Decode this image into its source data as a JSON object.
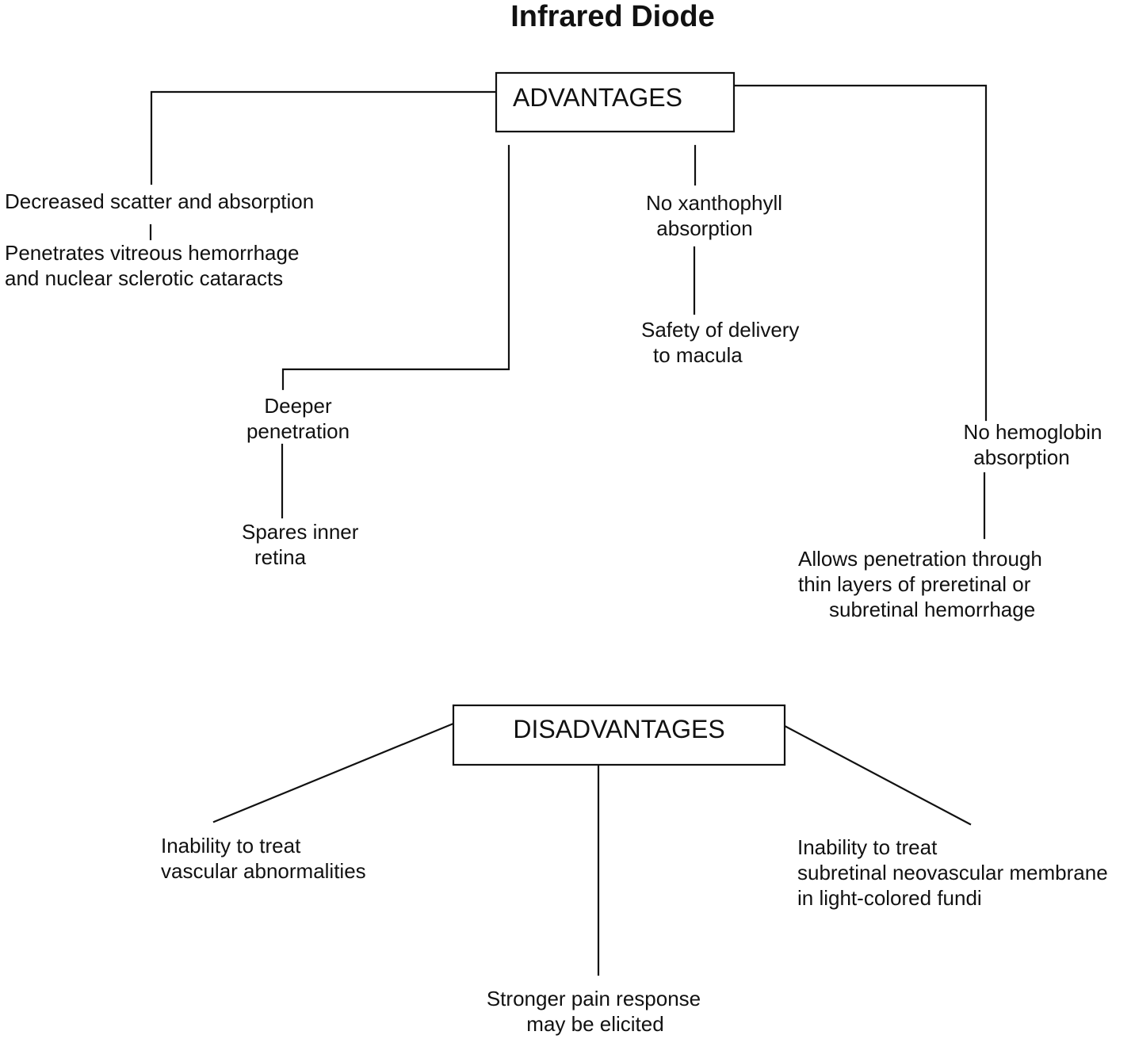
{
  "title": "Infrared Diode",
  "advantages": {
    "label": "ADVANTAGES",
    "scatter": {
      "line1": "Decreased scatter and absorption",
      "child": {
        "line1": "Penetrates vitreous hemorrhage",
        "line2": "and nuclear sclerotic cataracts"
      }
    },
    "xanthophyll": {
      "line1": "No xanthophyll",
      "line2": "absorption",
      "child": {
        "line1": "Safety of delivery",
        "line2": "to macula"
      }
    },
    "penetration": {
      "line1": "Deeper",
      "line2": "penetration",
      "child": {
        "line1": "Spares inner",
        "line2": "retina"
      }
    },
    "hemoglobin": {
      "line1": "No hemoglobin",
      "line2": "absorption",
      "child": {
        "line1": "Allows penetration through",
        "line2": "thin layers of preretinal or",
        "line3": "subretinal hemorrhage"
      }
    }
  },
  "disadvantages": {
    "label": "DISADVANTAGES",
    "vascular": {
      "line1": "Inability to treat",
      "line2": "vascular abnormalities"
    },
    "subretinal": {
      "line1": "Inability to treat",
      "line2": "subretinal neovascular membrane",
      "line3": "in light-colored fundi"
    },
    "pain": {
      "line1": "Stronger pain response",
      "line2": "may be elicited"
    }
  }
}
